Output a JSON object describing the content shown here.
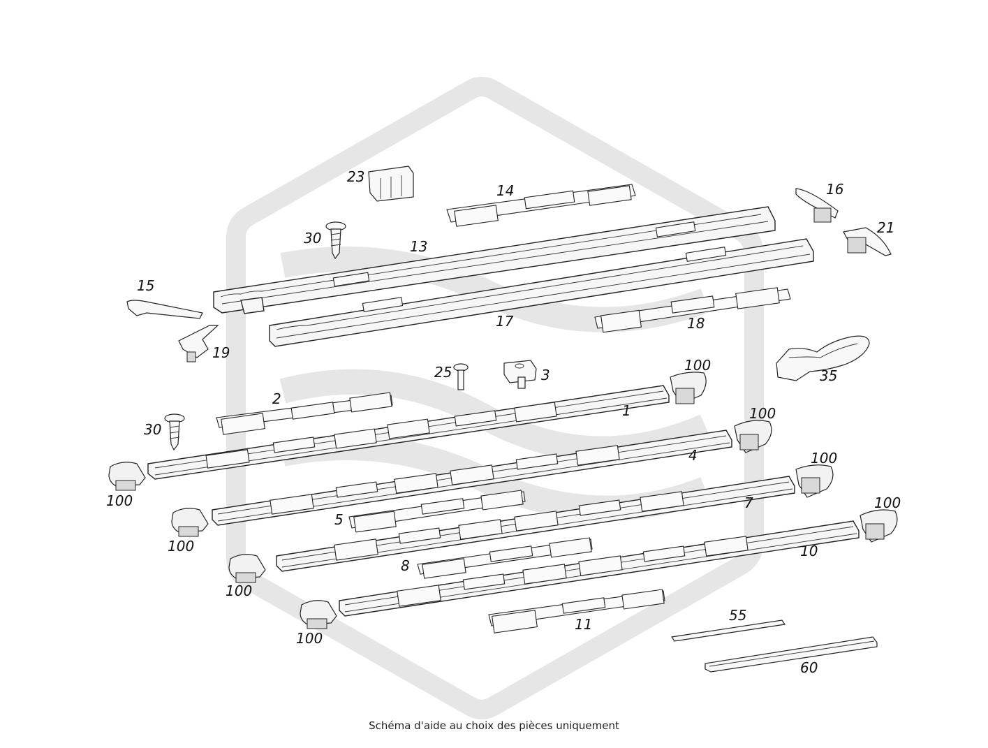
{
  "caption": "Schéma d'aide au choix des pièces uniquement",
  "watermark_color": "#e6e6e6",
  "parts": [
    {
      "id": "label-1",
      "text": "1"
    },
    {
      "id": "label-2",
      "text": "2"
    },
    {
      "id": "label-3",
      "text": "3"
    },
    {
      "id": "label-4",
      "text": "4"
    },
    {
      "id": "label-5",
      "text": "5"
    },
    {
      "id": "label-7",
      "text": "7"
    },
    {
      "id": "label-8",
      "text": "8"
    },
    {
      "id": "label-10",
      "text": "10"
    },
    {
      "id": "label-11",
      "text": "11"
    },
    {
      "id": "label-13",
      "text": "13"
    },
    {
      "id": "label-14",
      "text": "14"
    },
    {
      "id": "label-15",
      "text": "15"
    },
    {
      "id": "label-16",
      "text": "16"
    },
    {
      "id": "label-17",
      "text": "17"
    },
    {
      "id": "label-18",
      "text": "18"
    },
    {
      "id": "label-19",
      "text": "19"
    },
    {
      "id": "label-21",
      "text": "21"
    },
    {
      "id": "label-23",
      "text": "23"
    },
    {
      "id": "label-25",
      "text": "25"
    },
    {
      "id": "label-30a",
      "text": "30"
    },
    {
      "id": "label-30b",
      "text": "30"
    },
    {
      "id": "label-35",
      "text": "35"
    },
    {
      "id": "label-55",
      "text": "55"
    },
    {
      "id": "label-60",
      "text": "60"
    },
    {
      "id": "label-100a",
      "text": "100"
    },
    {
      "id": "label-100b",
      "text": "100"
    },
    {
      "id": "label-100c",
      "text": "100"
    },
    {
      "id": "label-100d",
      "text": "100"
    },
    {
      "id": "label-100e",
      "text": "100"
    },
    {
      "id": "label-100f",
      "text": "100"
    },
    {
      "id": "label-100g",
      "text": "100"
    },
    {
      "id": "label-100h",
      "text": "100"
    }
  ]
}
